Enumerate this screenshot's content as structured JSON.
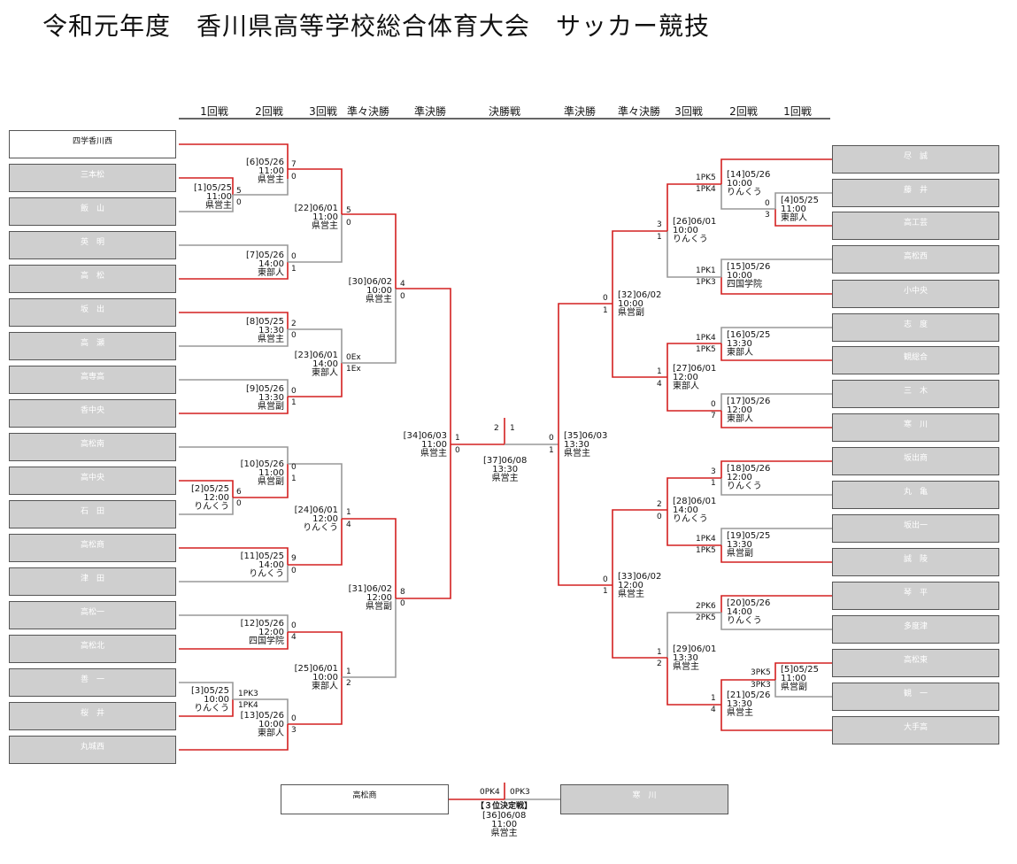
{
  "title": "令和元年度　香川県高等学校総合体育大会　サッカー競技",
  "rounds": {
    "left": [
      "1回戦",
      "2回戦",
      "3回戦",
      "準々決勝",
      "準決勝"
    ],
    "final": "決勝戦",
    "right": [
      "準決勝",
      "準々決勝",
      "3回戦",
      "2回戦",
      "1回戦"
    ]
  },
  "teams_left": [
    "四学香川西",
    "三本松",
    "飯　山",
    "英　明",
    "高　松",
    "坂　出",
    "高　瀬",
    "高専高",
    "香中央",
    "高松南",
    "高中央",
    "石　田",
    "高松商",
    "津　田",
    "高松一",
    "高松北",
    "善　一",
    "桜　井",
    "丸城西"
  ],
  "teams_right": [
    "尽　誠",
    "藤　井",
    "高工芸",
    "高松西",
    "小中央",
    "志　度",
    "観総合",
    "三　木",
    "寒　川",
    "坂出商",
    "丸　亀",
    "坂出一",
    "誠　陵",
    "琴　平",
    "多度津",
    "高松東",
    "観　一",
    "大手高"
  ],
  "matches": {
    "m1": "[1]05/25\n11:00\n県営主",
    "m6": "[6]05/26\n11:00\n県営主",
    "m7": "[7]05/26\n14:00\n東部人",
    "m8": "[8]05/25\n13:30\n県営主",
    "m9": "[9]05/26\n13:30\n県営副",
    "m10": "[10]05/26\n11:00\n県営副",
    "m2": "[2]05/25\n12:00\nりんくう",
    "m11": "[11]05/25\n14:00\nりんくう",
    "m12": "[12]05/26\n12:00\n四国学院",
    "m3": "[3]05/25\n10:00\nりんくう",
    "m13": "[13]05/26\n10:00\n東部人",
    "m22": "[22]06/01\n11:00\n県営主",
    "m23": "[23]06/01\n14:00\n東部人",
    "m24": "[24]06/01\n12:00\nりんくう",
    "m25": "[25]06/01\n10:00\n東部人",
    "m30": "[30]06/02\n10:00\n県営主",
    "m31": "[31]06/02\n12:00\n県営副",
    "m34": "[34]06/03\n11:00\n県営主",
    "m37": "[37]06/08\n13:30\n県営主",
    "m35": "[35]06/03\n13:30\n県営主",
    "m32": "[32]06/02\n10:00\n県営副",
    "m33": "[33]06/02\n12:00\n県営主",
    "m26": "[26]06/01\n10:00\nりんくう",
    "m27": "[27]06/01\n12:00\n東部人",
    "m28": "[28]06/01\n14:00\nりんくう",
    "m29": "[29]06/01\n13:30\n県営主",
    "m14": "[14]05/26\n10:00\nりんくう",
    "m4": "[4]05/25\n11:00\n東部人",
    "m15": "[15]05/26\n10:00\n四国学院",
    "m16": "[16]05/25\n13:30\n東部人",
    "m17": "[17]05/26\n12:00\n東部人",
    "m18": "[18]05/26\n12:00\nりんくう",
    "m19": "[19]05/25\n13:30\n県営副",
    "m20": "[20]05/26\n14:00\nりんくう",
    "m21": "[21]05/26\n13:30\n県営主",
    "m5": "[5]05/25\n11:00\n県営副"
  },
  "scores": {
    "m1": [
      "5",
      "0"
    ],
    "m6": [
      "7",
      "0"
    ],
    "m7": [
      "0",
      "1"
    ],
    "m8": [
      "2",
      "0"
    ],
    "m9": [
      "0",
      "1"
    ],
    "m10": [
      "0",
      "1"
    ],
    "m2": [
      "6",
      "0"
    ],
    "m11": [
      "9",
      "0"
    ],
    "m12": [
      "0",
      "4"
    ],
    "m3": [
      "1PK3",
      "1PK4"
    ],
    "m13": [
      "0",
      "3"
    ],
    "m22": [
      "5",
      "0"
    ],
    "m23": [
      "0Ex",
      "1Ex"
    ],
    "m24": [
      "1",
      "4"
    ],
    "m25": [
      "1",
      "2"
    ],
    "m30": [
      "4",
      "0"
    ],
    "m31": [
      "8",
      "0"
    ],
    "m34": [
      "1",
      "0"
    ],
    "m37": [
      "2",
      "1"
    ],
    "m35": [
      "0",
      "1"
    ],
    "m32": [
      "0",
      "1"
    ],
    "m33": [
      "0",
      "1"
    ],
    "m26": [
      "3",
      "1"
    ],
    "m27": [
      "1",
      "4"
    ],
    "m28": [
      "2",
      "0"
    ],
    "m29": [
      "1",
      "2"
    ],
    "m14": [
      "1PK5",
      "1PK4"
    ],
    "m4": [
      "0",
      "3"
    ],
    "m15": [
      "1PK1",
      "1PK3"
    ],
    "m16": [
      "1PK4",
      "1PK5"
    ],
    "m17": [
      "0",
      "7"
    ],
    "m18": [
      "3",
      "1"
    ],
    "m19": [
      "1PK4",
      "1PK5"
    ],
    "m20": [
      "2PK6",
      "2PK5"
    ],
    "m21": [
      "1",
      "4"
    ],
    "m5": [
      "3PK5",
      "3PK3"
    ]
  },
  "third_place": {
    "left_team": "高松商",
    "right_team": "寒　川",
    "left_score": "0PK4",
    "right_score": "0PK3",
    "label": "【３位決定戦】",
    "info": "[36]06/08\n11:00\n県営主"
  },
  "colors": {
    "winner_line": "#d42020",
    "loser_line": "#999999",
    "loser_box": "#cfcfcf",
    "winner_box": "#ffffff"
  }
}
